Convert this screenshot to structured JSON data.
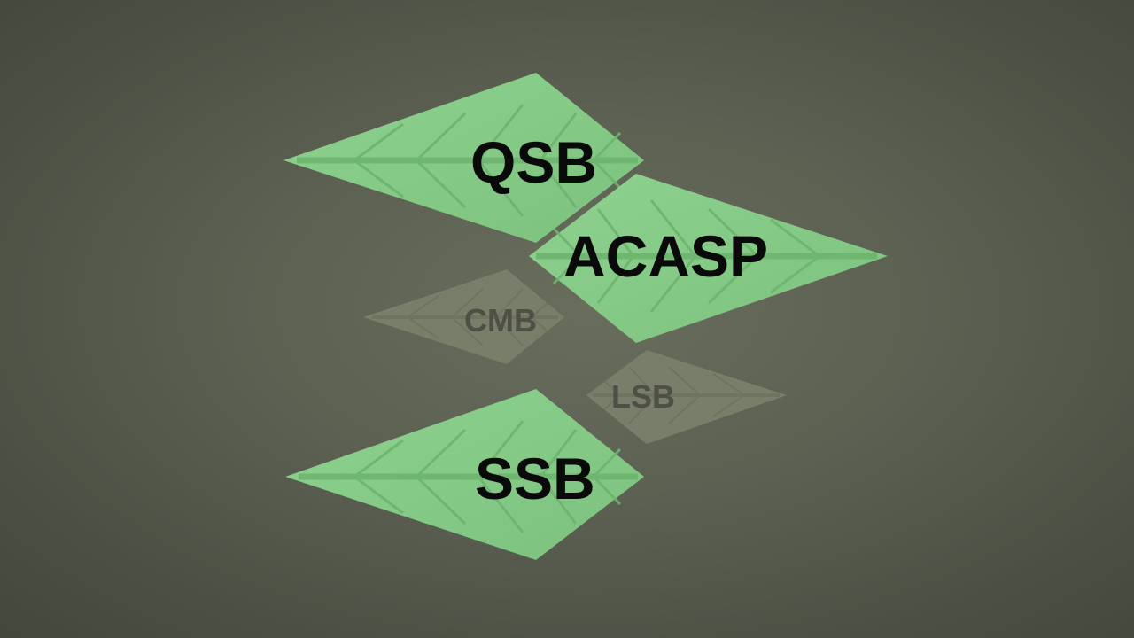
{
  "colors": {
    "background": "#5c6152",
    "leaf_active": "#86c987",
    "leaf_active_vein": "#6db56f",
    "leaf_faded": "#787e69",
    "leaf_faded_vein": "#6e745f",
    "label_active": "#0a0a0a",
    "label_faded": "#4e4f45"
  },
  "leaves": [
    {
      "id": "qsb",
      "label": "QSB",
      "state": "active",
      "icon": "leaf-icon"
    },
    {
      "id": "acasp",
      "label": "ACASP",
      "state": "active",
      "icon": "leaf-icon"
    },
    {
      "id": "cmb",
      "label": "CMB",
      "state": "faded",
      "icon": "leaf-icon"
    },
    {
      "id": "lsb",
      "label": "LSB",
      "state": "faded",
      "icon": "leaf-icon"
    },
    {
      "id": "ssb",
      "label": "SSB",
      "state": "active",
      "icon": "leaf-icon"
    }
  ]
}
